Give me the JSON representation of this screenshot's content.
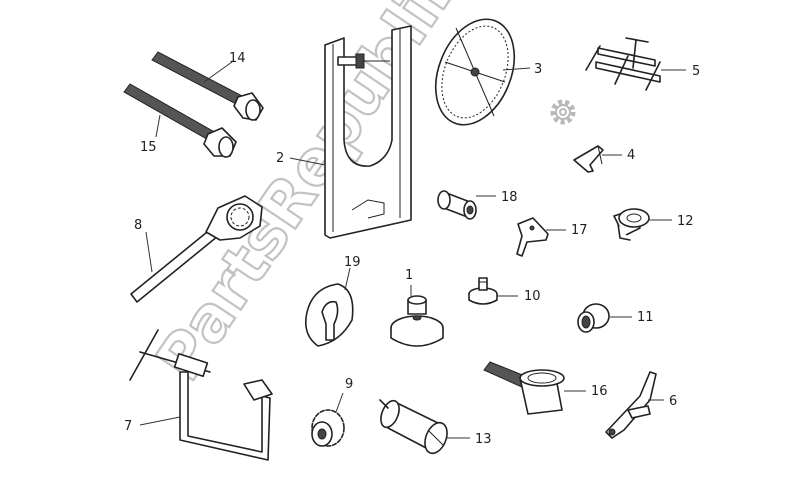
{
  "watermark": {
    "text": "PartsRepublik",
    "logo": "gear-icon"
  },
  "callouts": [
    "1",
    "2",
    "3",
    "4",
    "5",
    "6",
    "7",
    "8",
    "9",
    "10",
    "11",
    "12",
    "13",
    "14",
    "15",
    "16",
    "17",
    "18",
    "19"
  ]
}
